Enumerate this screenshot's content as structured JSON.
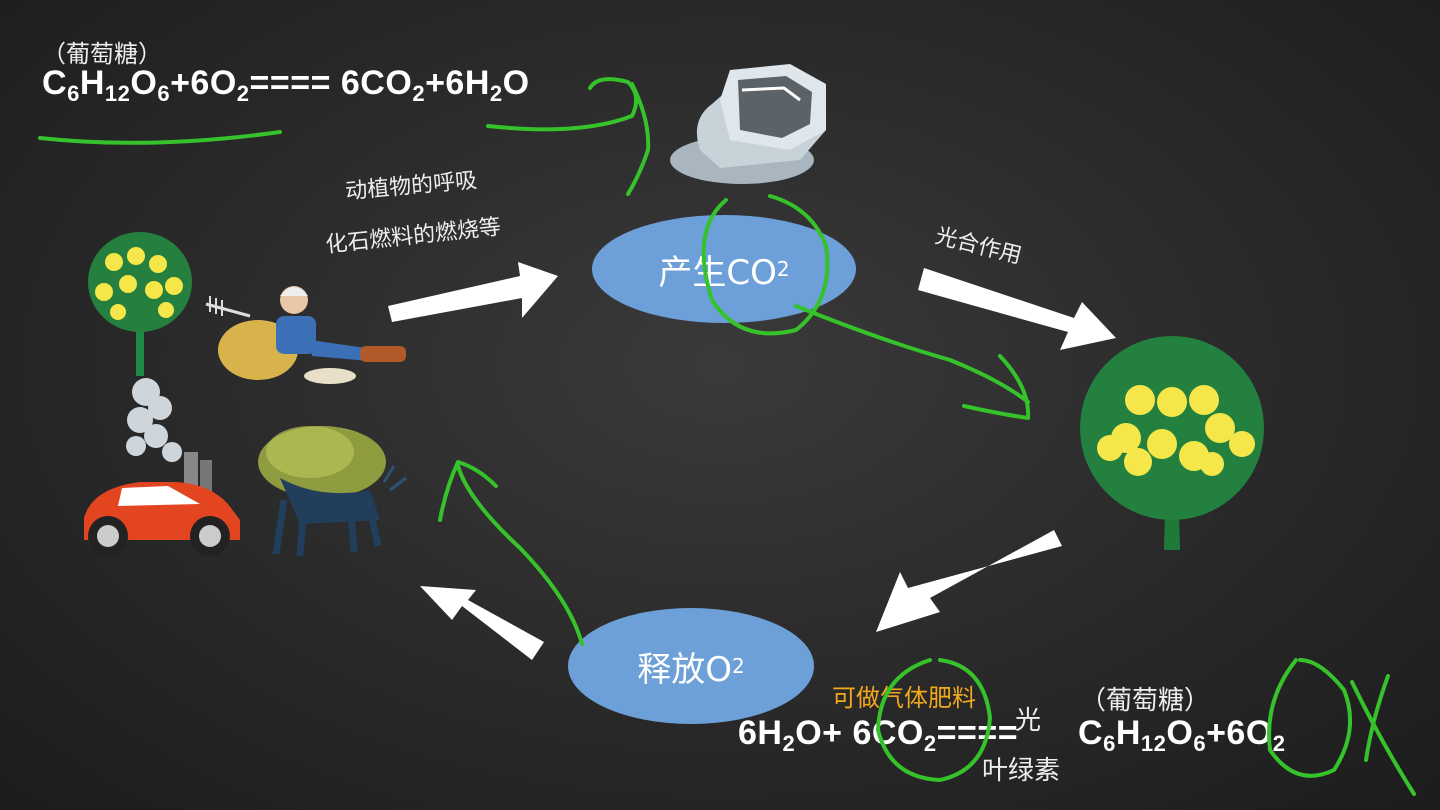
{
  "top_equation": {
    "glucose_label": "（葡萄糖）",
    "parts": [
      {
        "t": "C"
      },
      {
        "s": "6"
      },
      {
        "t": "H"
      },
      {
        "s": "12"
      },
      {
        "t": "O"
      },
      {
        "s": "6"
      },
      {
        "t": "+6O"
      },
      {
        "s": "2"
      },
      {
        "t": "==== 6CO"
      },
      {
        "s": "2"
      },
      {
        "t": "+6H"
      },
      {
        "s": "2"
      },
      {
        "t": "O"
      }
    ]
  },
  "respiration_label_1": "动植物的呼吸",
  "respiration_label_2": "化石燃料的燃烧等",
  "produce_co2": {
    "text": "产生CO",
    "sub": "2"
  },
  "photosynthesis_label": "光合作用",
  "release_o2": {
    "text": "释放O",
    "sub": "2"
  },
  "fertilizer_note": "可做气体肥料",
  "bottom_equation": {
    "glucose_label": "（葡萄糖）",
    "left": [
      {
        "t": "6H"
      },
      {
        "s": "2"
      },
      {
        "t": "O+ 6CO"
      },
      {
        "s": "2"
      },
      {
        "t": "===="
      }
    ],
    "right": [
      {
        "t": " C"
      },
      {
        "s": "6"
      },
      {
        "t": "H"
      },
      {
        "s": "12"
      },
      {
        "t": "O"
      },
      {
        "s": "6"
      },
      {
        "t": "+6O"
      },
      {
        "s": "2"
      }
    ],
    "condition_top": "光",
    "condition_bottom": "叶绿素"
  },
  "colors": {
    "ellipse": "#6d9fd8",
    "annotation_green": "#36c22a",
    "arrow": "#ffffff",
    "note_orange": "#f2a81d",
    "tree_green": "#1f7a3a",
    "fruit_yellow": "#f5e64a"
  },
  "icons": [
    "tree-icon",
    "farmer-icon",
    "car-icon",
    "smoke-icon",
    "forest-animal-icon",
    "ice-icon"
  ]
}
